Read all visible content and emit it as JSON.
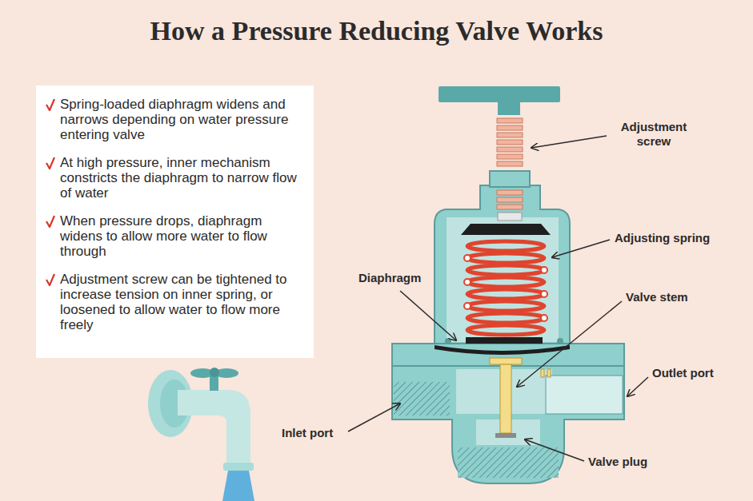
{
  "diagram": {
    "title": "How a Pressure Reducing Valve Works",
    "nodes": [
      {
        "text": [
          "Spring-loaded diaphragm widens and narrows depending on water pressure entering valve",
          "At high pressure, inner mechanism constricts the diaphragm to narrow flow of water",
          "When pressure drops, diaphragm widens to allow more water to flow through",
          "Adjustment screw can be tightened to increase tension on inner spring, or loosened to allow water to flow more freely"
        ]
      }
    ],
    "labels": [
      "Adjustment screw",
      "Adjusting spring",
      "Diaphragm",
      "Valve stem",
      "Outlet port",
      "Inlet port",
      "Valve plug"
    ]
  }
}
